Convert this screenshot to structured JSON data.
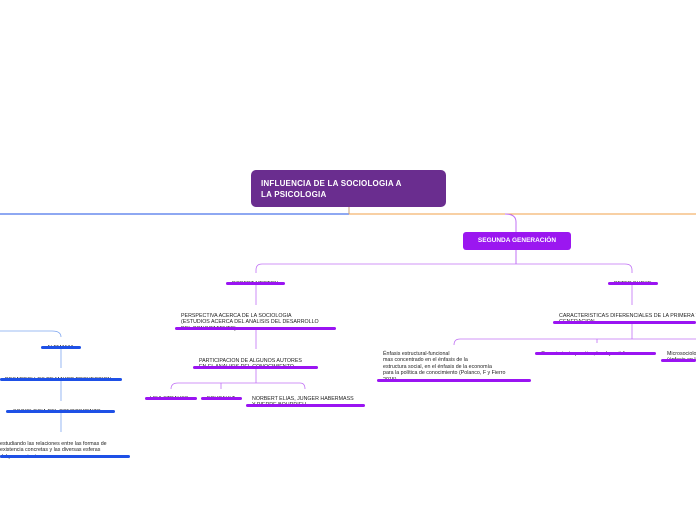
{
  "root": {
    "title": "INFLUENCIA DE LA SOCIOLOGIA A\nLA PSICOLOGIA"
  },
  "branch_main": {
    "title": "SEGUNDA GENERACIÓN"
  },
  "left_branch": {
    "alemania": "ALEMANIA",
    "desarrollos": "DESARROLLOS DE MAYOR PROYECCION",
    "sociologia": "SOCIOLOGIA DEL CONOCIMIENTO",
    "estudiando": "estudiando las relaciones entre las formas de\nexistencia concretas y las diversas esferas\ndel pensamiento"
  },
  "merton": {
    "name": "ROBERT MERTON",
    "perspectiva": "PERSPECTIVA ACERCA DE LA SOCIOLOGIA\n(ESTUDIOS ACERCA DEL ANALISIS DEL DESARROLLO\nDEL CONOCIMIENTO)",
    "participacion": "PARTICIPACION DE ALGUNOS AUTORES\nEN EL ANALISIS DEL CONOCIMIENTO",
    "authors": [
      "LEVI-STRAUSS",
      "FOUCAULT",
      "NORBERT ELIAS, JUNGER HABERMASS\nY PIERRE BOURDIEU"
    ]
  },
  "burke": {
    "name": "PETER BURKE",
    "caracteristicas": "CARACTERISTICAS DIFERENCIALES DE LA PRIMERA Y SEGUNDA\nGENERACION",
    "enfasis": "Énfasis estructural-funcional\nmas concentrado en el énfasis de la\nestructura social, en el énfasis de la economía\npara la política de conocimiento (Polanco, F y Fierro\n2015)",
    "conocimiento": "Conocimiento practico, local y cotidiano",
    "micro": "Microsociología\n(énfasis en lo local)"
  },
  "colors": {
    "root": "#6a2d8f",
    "purple": "#9a14f2",
    "blue": "#1e50e6",
    "orange": "#f0a24a"
  }
}
